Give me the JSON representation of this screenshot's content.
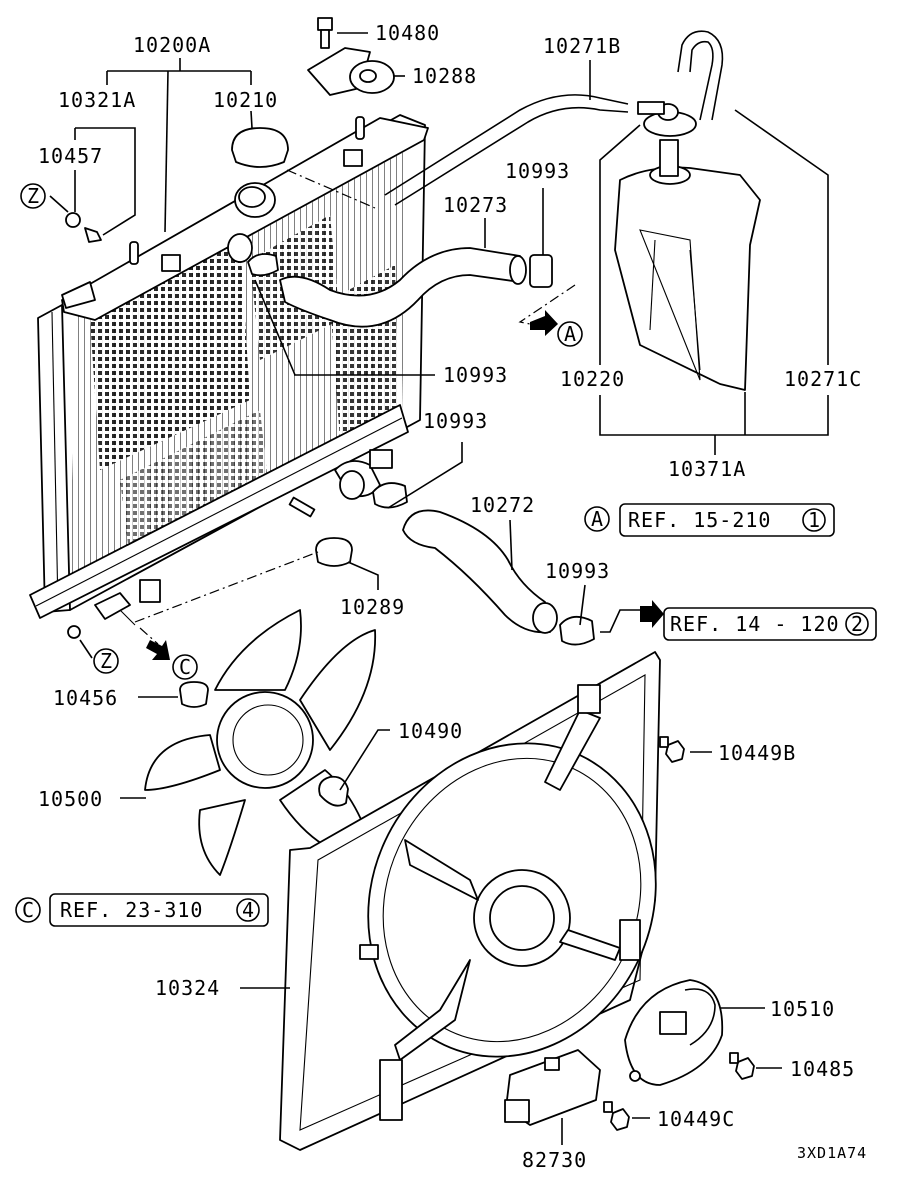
{
  "labels": {
    "p10200A": "10200A",
    "p10480": "10480",
    "p10288": "10288",
    "p10271B": "10271B",
    "p10321A": "10321A",
    "p10210": "10210",
    "p10457": "10457",
    "p10993a": "10993",
    "p10273": "10273",
    "p10993b": "10993",
    "p10220": "10220",
    "p10271C": "10271C",
    "p10371A": "10371A",
    "p10993c": "10993",
    "p10272": "10272",
    "p10289": "10289",
    "p10993d": "10993",
    "p10456": "10456",
    "p10490": "10490",
    "p10500": "10500",
    "p10449B": "10449B",
    "p10324": "10324",
    "p10510": "10510",
    "p10485": "10485",
    "p10449C": "10449C",
    "p82730": "82730"
  },
  "markers": {
    "z1": "Z",
    "z2": "Z",
    "a1": "A",
    "a2": "A",
    "c1": "C",
    "c2": "C"
  },
  "references": {
    "refA_text": "REF. 15-210",
    "refA_num": "1",
    "ref14_text": "REF. 14 - 120",
    "ref14_num": "2",
    "refC_text": "REF. 23-310",
    "refC_num": "4"
  },
  "diagram_code": "3XD1A74"
}
